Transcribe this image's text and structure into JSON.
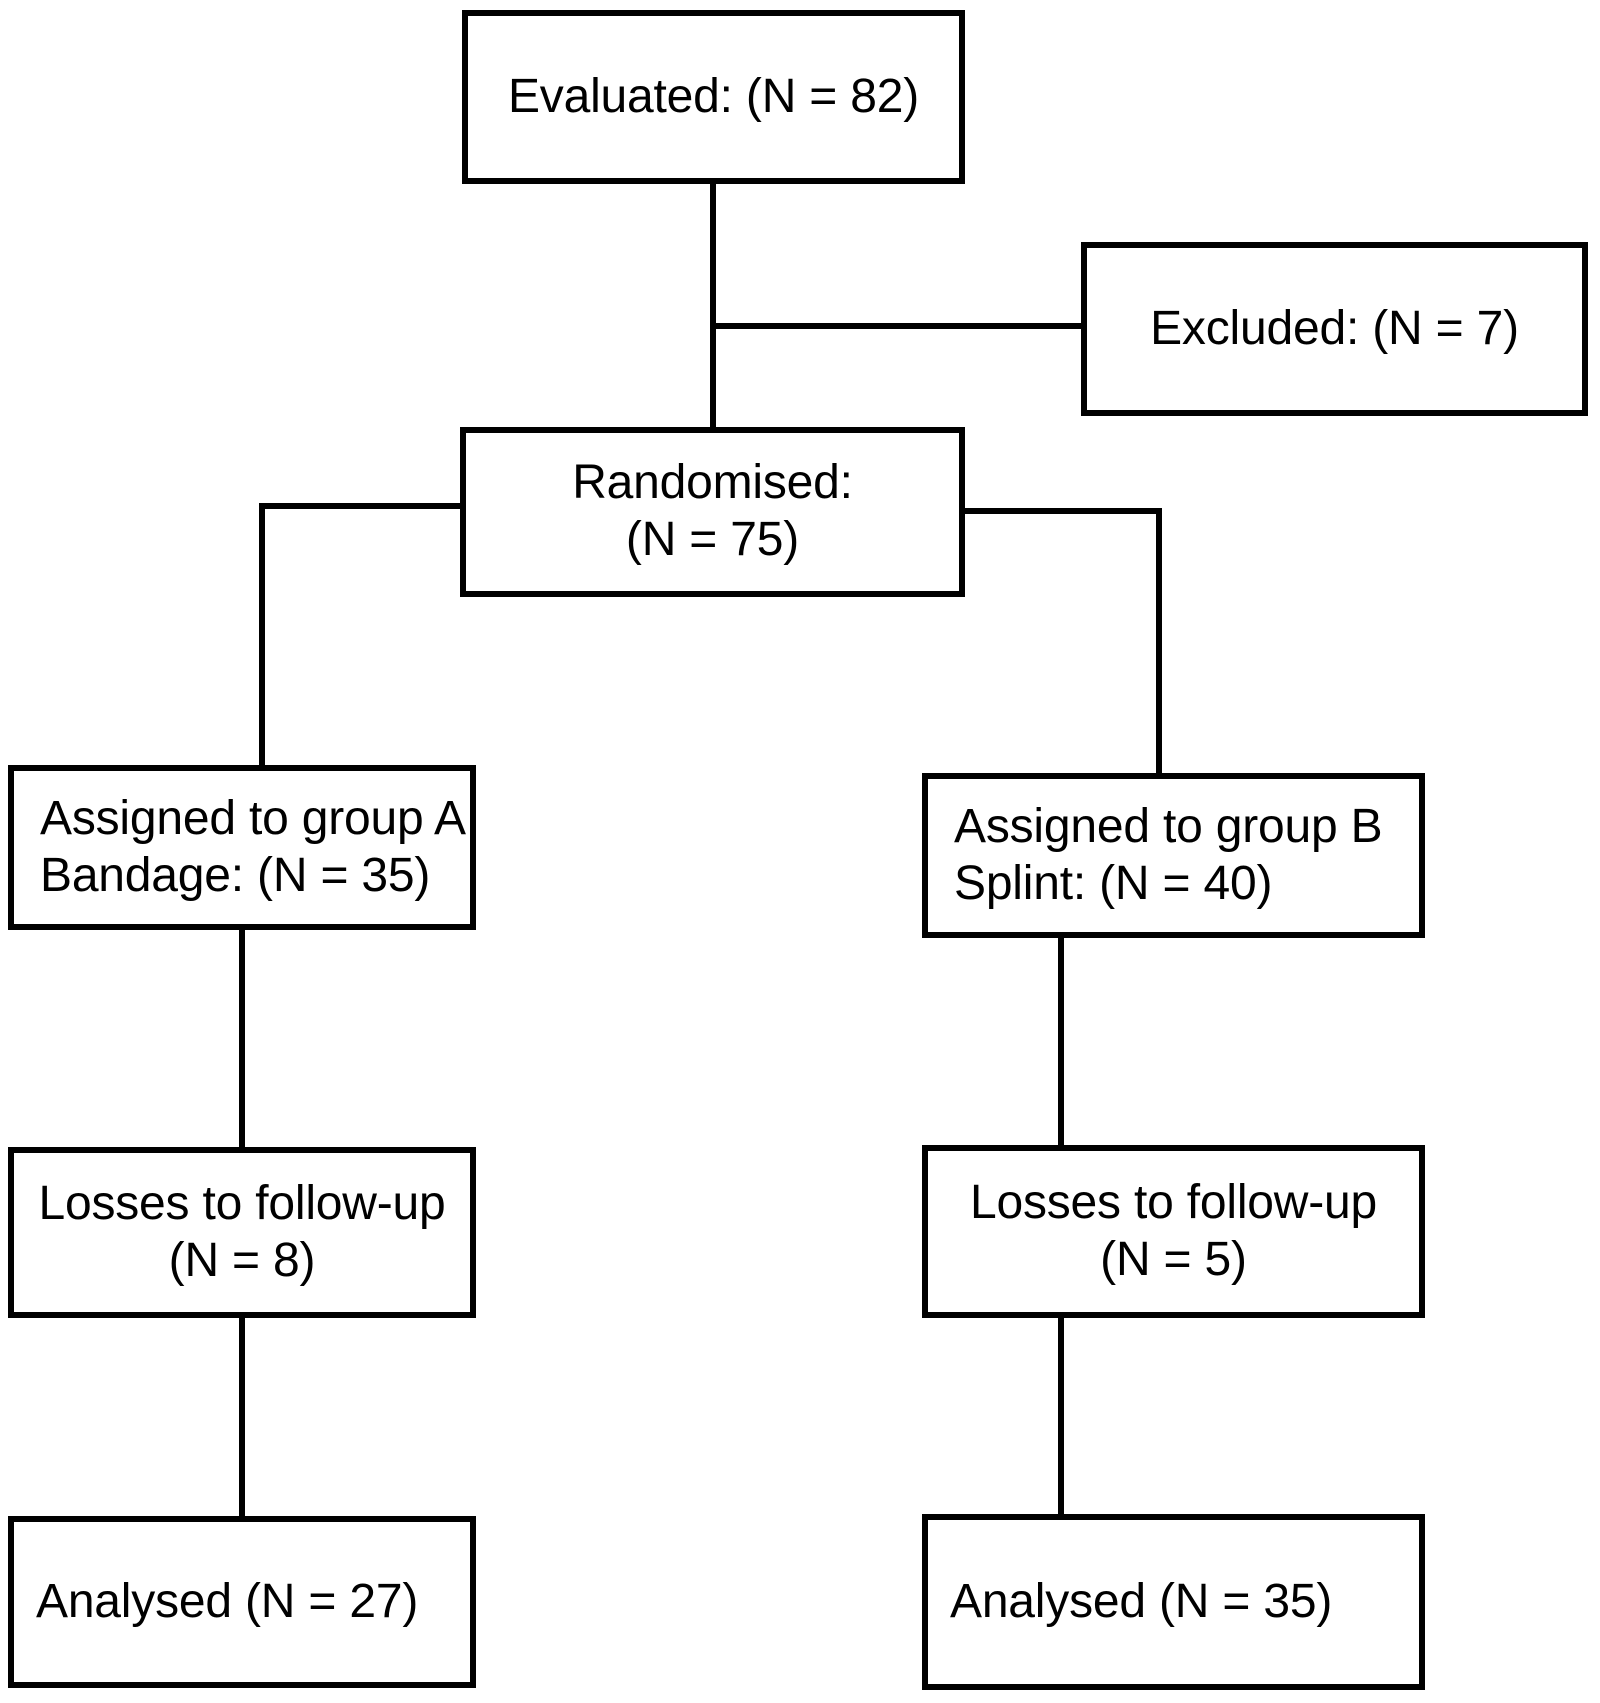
{
  "diagram": {
    "type": "flowchart",
    "title": "CONSORT participant flow diagram",
    "colors": {
      "stroke": "#000000",
      "fill": "#ffffff",
      "text": "#000000"
    },
    "nodes": {
      "evaluated": {
        "id": "evaluated",
        "lines": [
          "Evaluated: (N = 82)"
        ],
        "n": 82
      },
      "excluded": {
        "id": "excluded",
        "lines": [
          "Excluded: (N = 7)"
        ],
        "n": 7
      },
      "randomised": {
        "id": "randomised",
        "lines": [
          "Randomised:",
          "(N = 75)"
        ],
        "n": 75
      },
      "assigned_a": {
        "id": "assigned-group-a",
        "lines": [
          "Assigned to group A",
          "Bandage: (N = 35)"
        ],
        "group": "A",
        "intervention": "Bandage",
        "n": 35
      },
      "assigned_b": {
        "id": "assigned-group-b",
        "lines": [
          "Assigned to group B",
          "Splint: (N = 40)"
        ],
        "group": "B",
        "intervention": "Splint",
        "n": 40
      },
      "losses_a": {
        "id": "losses-group-a",
        "lines": [
          "Losses to follow-up",
          "(N = 8)"
        ],
        "n": 8
      },
      "losses_b": {
        "id": "losses-group-b",
        "lines": [
          "Losses to follow-up",
          "(N = 5)"
        ],
        "n": 5
      },
      "analysed_a": {
        "id": "analysed-group-a",
        "lines": [
          "Analysed (N = 27)"
        ],
        "n": 27
      },
      "analysed_b": {
        "id": "analysed-group-b",
        "lines": [
          "Analysed (N = 35)"
        ],
        "n": 35
      }
    }
  }
}
